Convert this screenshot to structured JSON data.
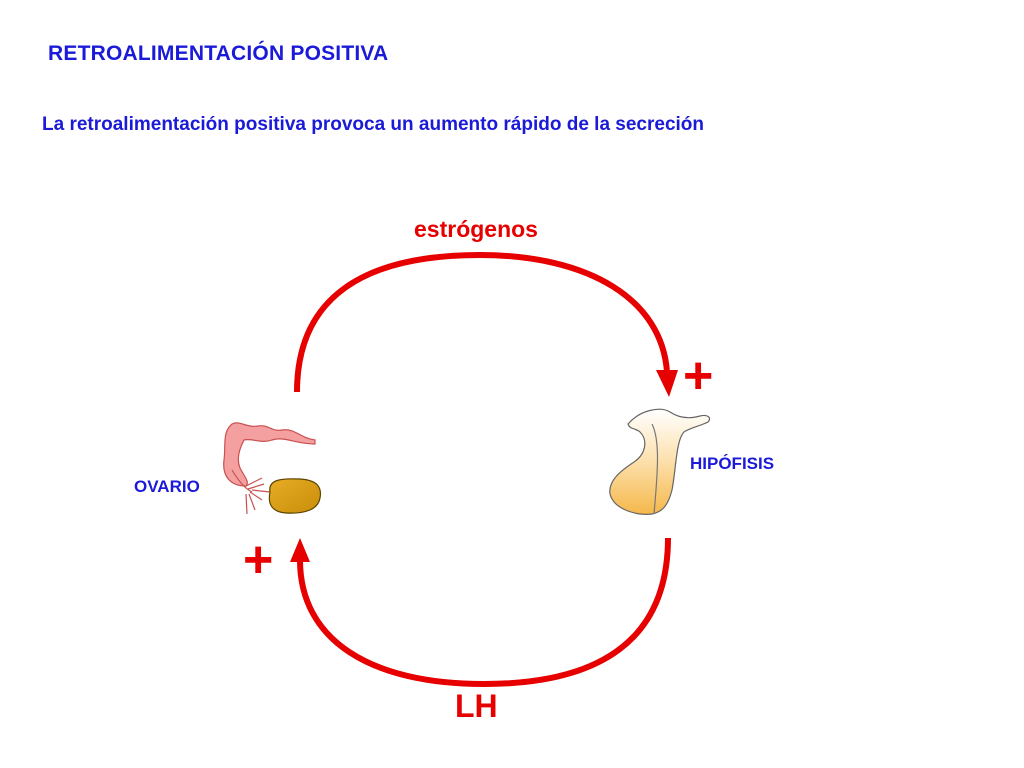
{
  "title": "RETROALIMENTACIÓN POSITIVA",
  "subtitle": "La retroalimentación positiva provoca un aumento rápido de la secreción",
  "diagram": {
    "top_arrow_label": "estrógenos",
    "bottom_arrow_label": "LH",
    "plus_top": "+",
    "plus_bottom": "+",
    "ovary_label": "OVARIO",
    "pituitary_label": "HIPÓFISIS"
  },
  "colors": {
    "arrow": "#e60000",
    "heading_text": "#1a1ad8",
    "ovary_tube": "#f28b8b",
    "ovary_body": "#d99c10",
    "pituitary_fill": "#f5b84a"
  },
  "icons": {
    "ovary": "ovary-with-fallopian-tube-icon",
    "pituitary": "pituitary-gland-icon"
  }
}
